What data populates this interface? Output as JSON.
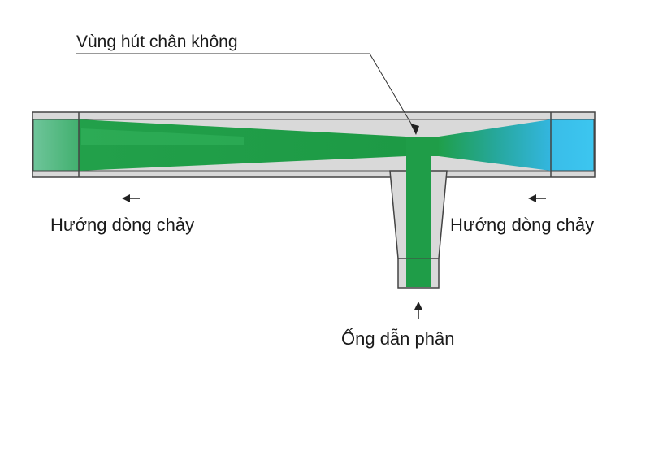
{
  "labels": {
    "vacuum_zone": "Vùng hút chân không",
    "flow_left": "Hướng dòng chảy",
    "flow_right": "Hướng dòng chảy",
    "waste_pipe": "Ống dẫn phân"
  },
  "colors": {
    "pipe_body": "#d9d9d9",
    "pipe_outline": "#444444",
    "flow_green": "#1fa24a",
    "flow_light_green": "#5fbf8a",
    "inlet_blue": "#3bbcec",
    "text": "#1a1a1a"
  },
  "icons": [
    "arrow-left-icon",
    "arrow-left-icon",
    "arrow-up-icon"
  ]
}
